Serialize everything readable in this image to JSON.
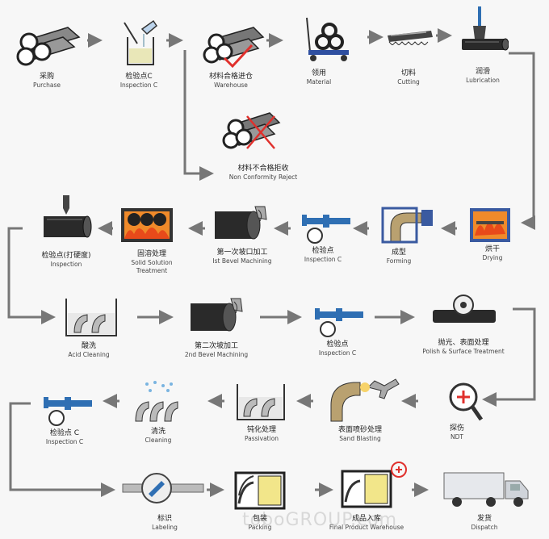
{
  "steps": {
    "purchase": {
      "cn": "采购",
      "en": "Purchase"
    },
    "inspection_c1": {
      "cn": "检验点C",
      "en": "Inspection C"
    },
    "warehouse": {
      "cn": "材料合格进仓",
      "en": "Warehouse"
    },
    "material": {
      "cn": "领用",
      "en": "Material"
    },
    "cutting": {
      "cn": "切料",
      "en": "Cutting"
    },
    "lubrication": {
      "cn": "润滑",
      "en": "Lubrication"
    },
    "reject": {
      "cn": "材料不合格拒收",
      "en": "Non Conformity Reject"
    },
    "drying": {
      "cn": "烘干",
      "en": "Drying"
    },
    "forming": {
      "cn": "成型",
      "en": "Forming"
    },
    "inspection_c2": {
      "cn": "检验点",
      "en": "Inspection C"
    },
    "bevel1": {
      "cn": "第一次坡口加工",
      "en": "Ist Bevel Machining"
    },
    "solution": {
      "cn": "固溶处理",
      "en": "Solid Solution",
      "en2": "Treatment"
    },
    "hardness": {
      "cn": "检验点(打硬度)",
      "en": "Inspection"
    },
    "acid": {
      "cn": "酸洗",
      "en": "Acid Cleaning"
    },
    "bevel2": {
      "cn": "第二次坡加工",
      "en": "2nd Bevel Machining"
    },
    "inspection_c3": {
      "cn": "检验点",
      "en": "Inspection C"
    },
    "polish": {
      "cn": "抛光、表面处理",
      "en": "Polish & Surface Treatment"
    },
    "ndt": {
      "cn": "探伤",
      "en": "NDT"
    },
    "sandblast": {
      "cn": "表面喷砂处理",
      "en": "Sand Blasting"
    },
    "passivation": {
      "cn": "钝化处理",
      "en": "Passivation"
    },
    "cleaning": {
      "cn": "清洗",
      "en": "Cleaning"
    },
    "inspection_c4": {
      "cn": "检验点 C",
      "en": "Inspection C"
    },
    "labeling": {
      "cn": "标识",
      "en": "Labeling"
    },
    "packing": {
      "cn": "包装",
      "en": "Packing"
    },
    "final": {
      "cn": "成品入库",
      "en": "Final Product Warehouse"
    },
    "dispatch": {
      "cn": "发货",
      "en": "Dispatch"
    }
  },
  "watermark": "toboGROUP.com",
  "colors": {
    "arrow": "#777777",
    "flow_line": "#777777",
    "reject_mark": "#e0302c",
    "pipe": "#2a2a2a",
    "gauge": "#2f6fb3",
    "crate": "#f2e68a"
  },
  "icons": {
    "purchase": "pipe-bundle-icon",
    "inspection_c1": "beaker-pour-icon",
    "warehouse": "pipe-check-icon",
    "material": "hand-truck-icon",
    "cutting": "saw-blade-icon",
    "lubrication": "brush-pipe-icon",
    "reject": "pipe-reject-icon",
    "drying": "furnace-icon",
    "forming": "elbow-forming-icon",
    "inspection_c2": "caliper-icon",
    "bevel1": "bevel-machining-icon",
    "solution": "heat-treatment-icon",
    "hardness": "hardness-test-icon",
    "acid": "acid-tank-icon",
    "bevel2": "bevel-machining-icon",
    "inspection_c3": "caliper-icon",
    "polish": "polish-roller-icon",
    "ndt": "magnifier-cross-icon",
    "sandblast": "sand-blast-icon",
    "passivation": "passivation-tank-icon",
    "cleaning": "water-spray-icon",
    "inspection_c4": "caliper-icon",
    "labeling": "label-pipe-icon",
    "packing": "crate-icon",
    "final": "crate-stamp-icon",
    "dispatch": "truck-icon"
  }
}
